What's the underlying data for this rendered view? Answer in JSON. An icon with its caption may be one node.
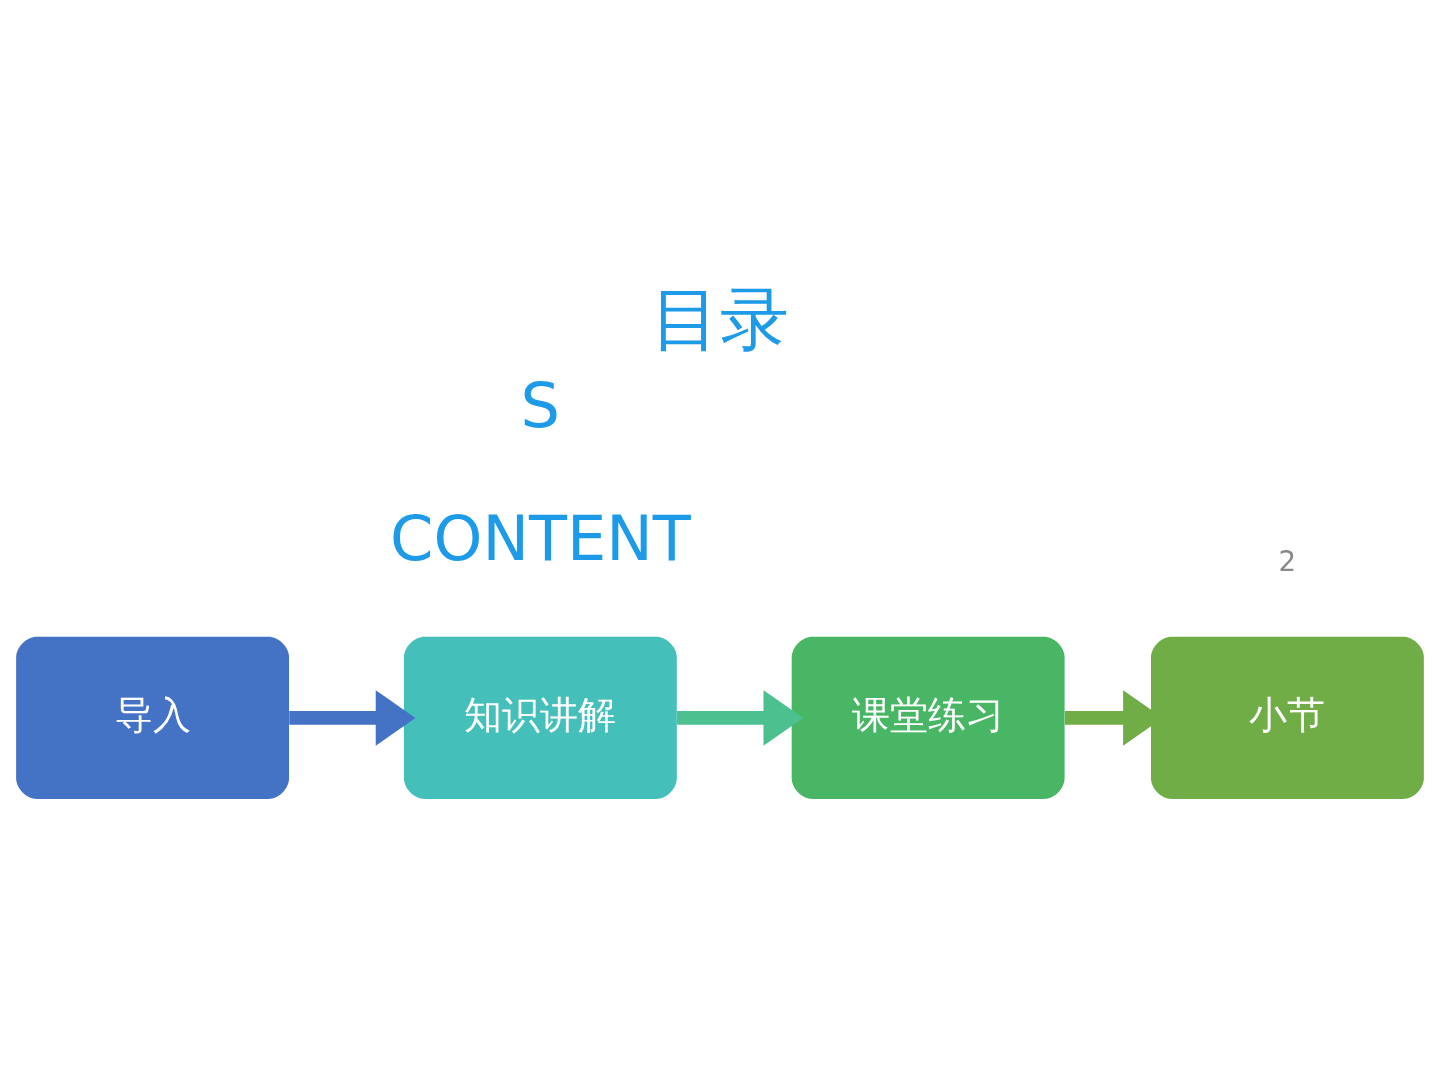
{
  "diagram": {
    "title": "目录",
    "nodes": [
      {
        "text": [
          "导入"
        ]
      },
      {
        "text": [
          "知识讲解"
        ]
      },
      {
        "text": [
          "课堂练习"
        ]
      },
      {
        "text": [
          "小节"
        ]
      }
    ],
    "edges": [
      {
        "from": 0,
        "to": 1,
        "arrow": "to",
        "color": "#4472c4"
      },
      {
        "from": 1,
        "to": 2,
        "arrow": "to",
        "color": "#4cc08e"
      },
      {
        "from": 2,
        "to": 3,
        "arrow": "to",
        "color": "#70ad47"
      }
    ],
    "labels": [
      "CONTENT",
      "S",
      "2"
    ]
  }
}
